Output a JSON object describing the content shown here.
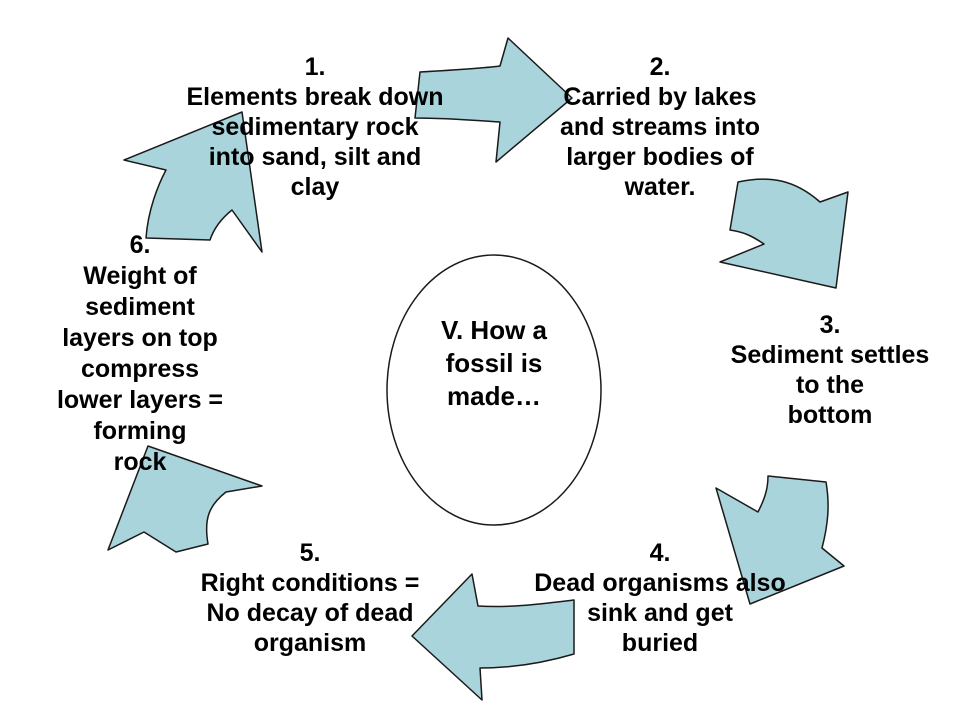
{
  "center": {
    "lines": [
      "V.  How a",
      "fossil is",
      "made…"
    ]
  },
  "steps": [
    {
      "number": "1.",
      "lines": [
        "Elements break down",
        "sedimentary rock",
        "into sand, silt and",
        "clay"
      ]
    },
    {
      "number": "2.",
      "lines": [
        "Carried by lakes",
        "and streams into",
        "larger bodies of",
        "water."
      ]
    },
    {
      "number": "3.",
      "lines": [
        "Sediment settles",
        "to the",
        "bottom"
      ]
    },
    {
      "number": "4.",
      "lines": [
        "Dead organisms also",
        "sink and get",
        "buried"
      ]
    },
    {
      "number": "5.",
      "lines": [
        "Right conditions =",
        "No decay of dead",
        "organism"
      ]
    },
    {
      "number": "6.",
      "lines": [
        "Weight of",
        "sediment",
        "layers on top",
        "compress",
        "lower layers =",
        "forming",
        "rock"
      ]
    }
  ],
  "colors": {
    "arrow_fill": "#a9d4dc",
    "outline": "#1a1a1a",
    "text": "#000000"
  }
}
